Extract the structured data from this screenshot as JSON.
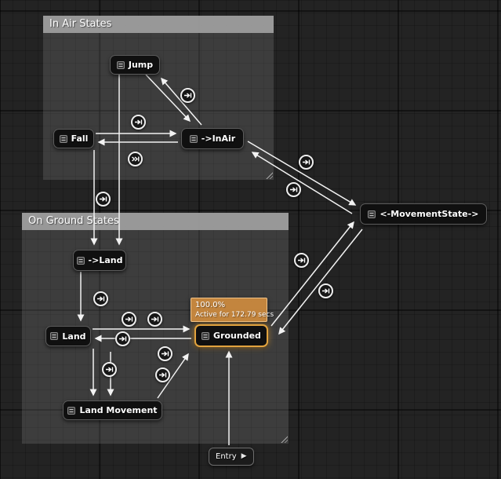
{
  "comments": [
    {
      "title": "In Air States"
    },
    {
      "title": "On Ground States"
    }
  ],
  "nodes": {
    "jump": {
      "label": "Jump"
    },
    "fall": {
      "label": "Fall"
    },
    "in_air": {
      "label": "->InAir"
    },
    "movement_state": {
      "label": "<-MovementState->"
    },
    "to_land": {
      "label": "->Land"
    },
    "land": {
      "label": "Land"
    },
    "land_movement": {
      "label": "Land Movement"
    },
    "grounded": {
      "label": "Grounded"
    }
  },
  "entry": {
    "label": "Entry"
  },
  "active_state_tooltip": {
    "percent": "100.0%",
    "detail": "Active for 172.79 secs"
  },
  "colors": {
    "active_node_border": "#e2a33e",
    "tooltip_background": "#ce8b3e",
    "edge": "#f2f2f2",
    "comment_header": "#a3a3a3",
    "node_background": "#101010"
  }
}
